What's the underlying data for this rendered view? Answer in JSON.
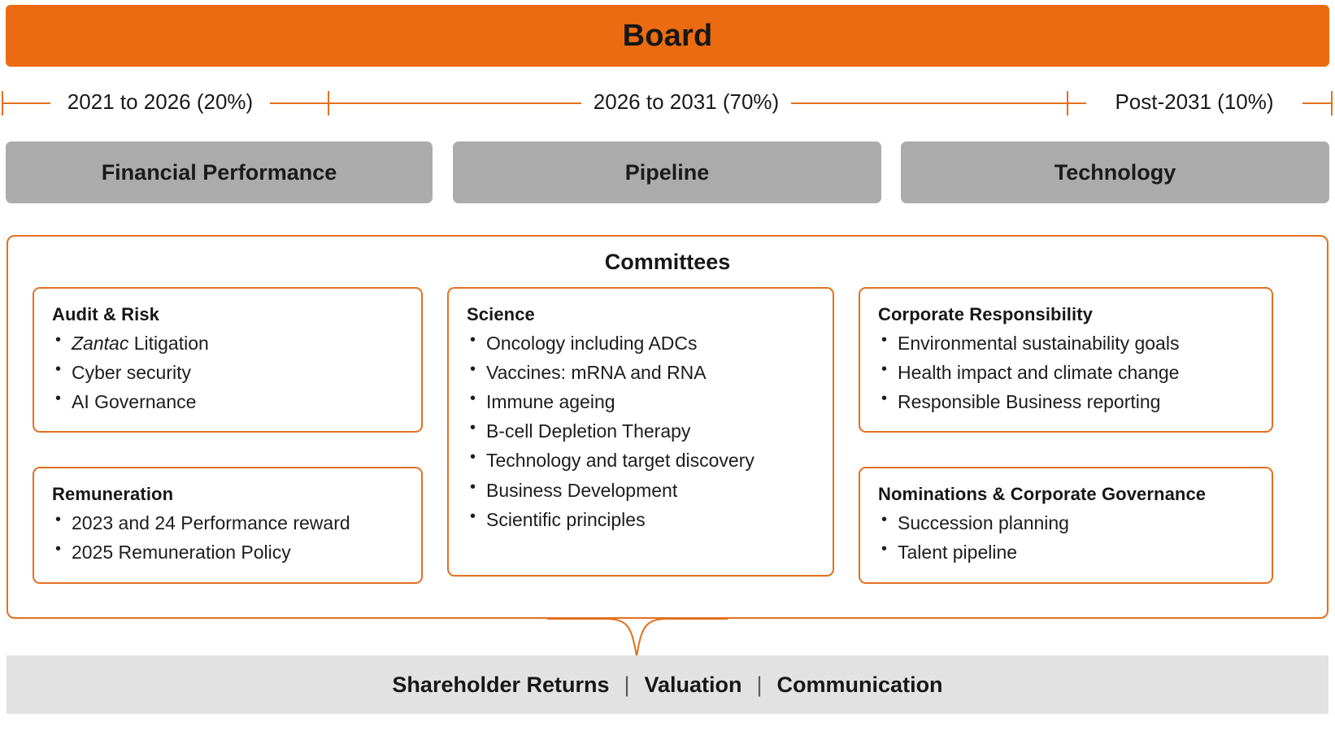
{
  "banner": {
    "title": "Board",
    "color": "#EC6B10"
  },
  "timeline": {
    "accent": "#E2701F",
    "segments": [
      {
        "label": "2021 to 2026 (20%)",
        "period": "2021 to 2026",
        "share": "20%"
      },
      {
        "label": "2026 to 2031 (70%)",
        "period": "2026 to 2031",
        "share": "70%"
      },
      {
        "label": "Post-2031 (10%)",
        "period": "Post-2031",
        "share": "10%"
      }
    ]
  },
  "pillars": {
    "color": "#ABABAB",
    "items": [
      {
        "label": "Financial Performance"
      },
      {
        "label": "Pipeline"
      },
      {
        "label": "Technology"
      }
    ]
  },
  "committees": {
    "heading": "Committees",
    "border_color": "#E2701F",
    "columns": [
      {
        "cards": [
          {
            "title": "Audit & Risk",
            "items": [
              {
                "italic_prefix": "Zantac",
                "rest": " Litigation"
              },
              {
                "text": "Cyber security"
              },
              {
                "text": "AI Governance"
              }
            ]
          },
          {
            "title": "Remuneration",
            "items": [
              {
                "text": "2023 and 24 Performance reward"
              },
              {
                "text": "2025 Remuneration Policy"
              }
            ]
          }
        ]
      },
      {
        "cards": [
          {
            "title": "Science",
            "items": [
              {
                "text": "Oncology including ADCs"
              },
              {
                "text": "Vaccines: mRNA and RNA"
              },
              {
                "text": "Immune ageing"
              },
              {
                "text": "B-cell Depletion Therapy"
              },
              {
                "text": "Technology and target discovery"
              },
              {
                "text": "Business Development"
              },
              {
                "text": "Scientific principles"
              }
            ]
          }
        ]
      },
      {
        "cards": [
          {
            "title": "Corporate Responsibility",
            "items": [
              {
                "text": "Environmental sustainability goals"
              },
              {
                "text": "Health impact and climate change"
              },
              {
                "text": "Responsible Business reporting"
              }
            ]
          },
          {
            "title": "Nominations & Corporate Governance",
            "items": [
              {
                "text": "Succession planning"
              },
              {
                "text": "Talent pipeline"
              }
            ]
          }
        ]
      }
    ]
  },
  "bottom_bar": {
    "background": "#E2E2E2",
    "separator": "|",
    "items": [
      {
        "label": "Shareholder Returns"
      },
      {
        "label": "Valuation"
      },
      {
        "label": "Communication"
      }
    ]
  }
}
